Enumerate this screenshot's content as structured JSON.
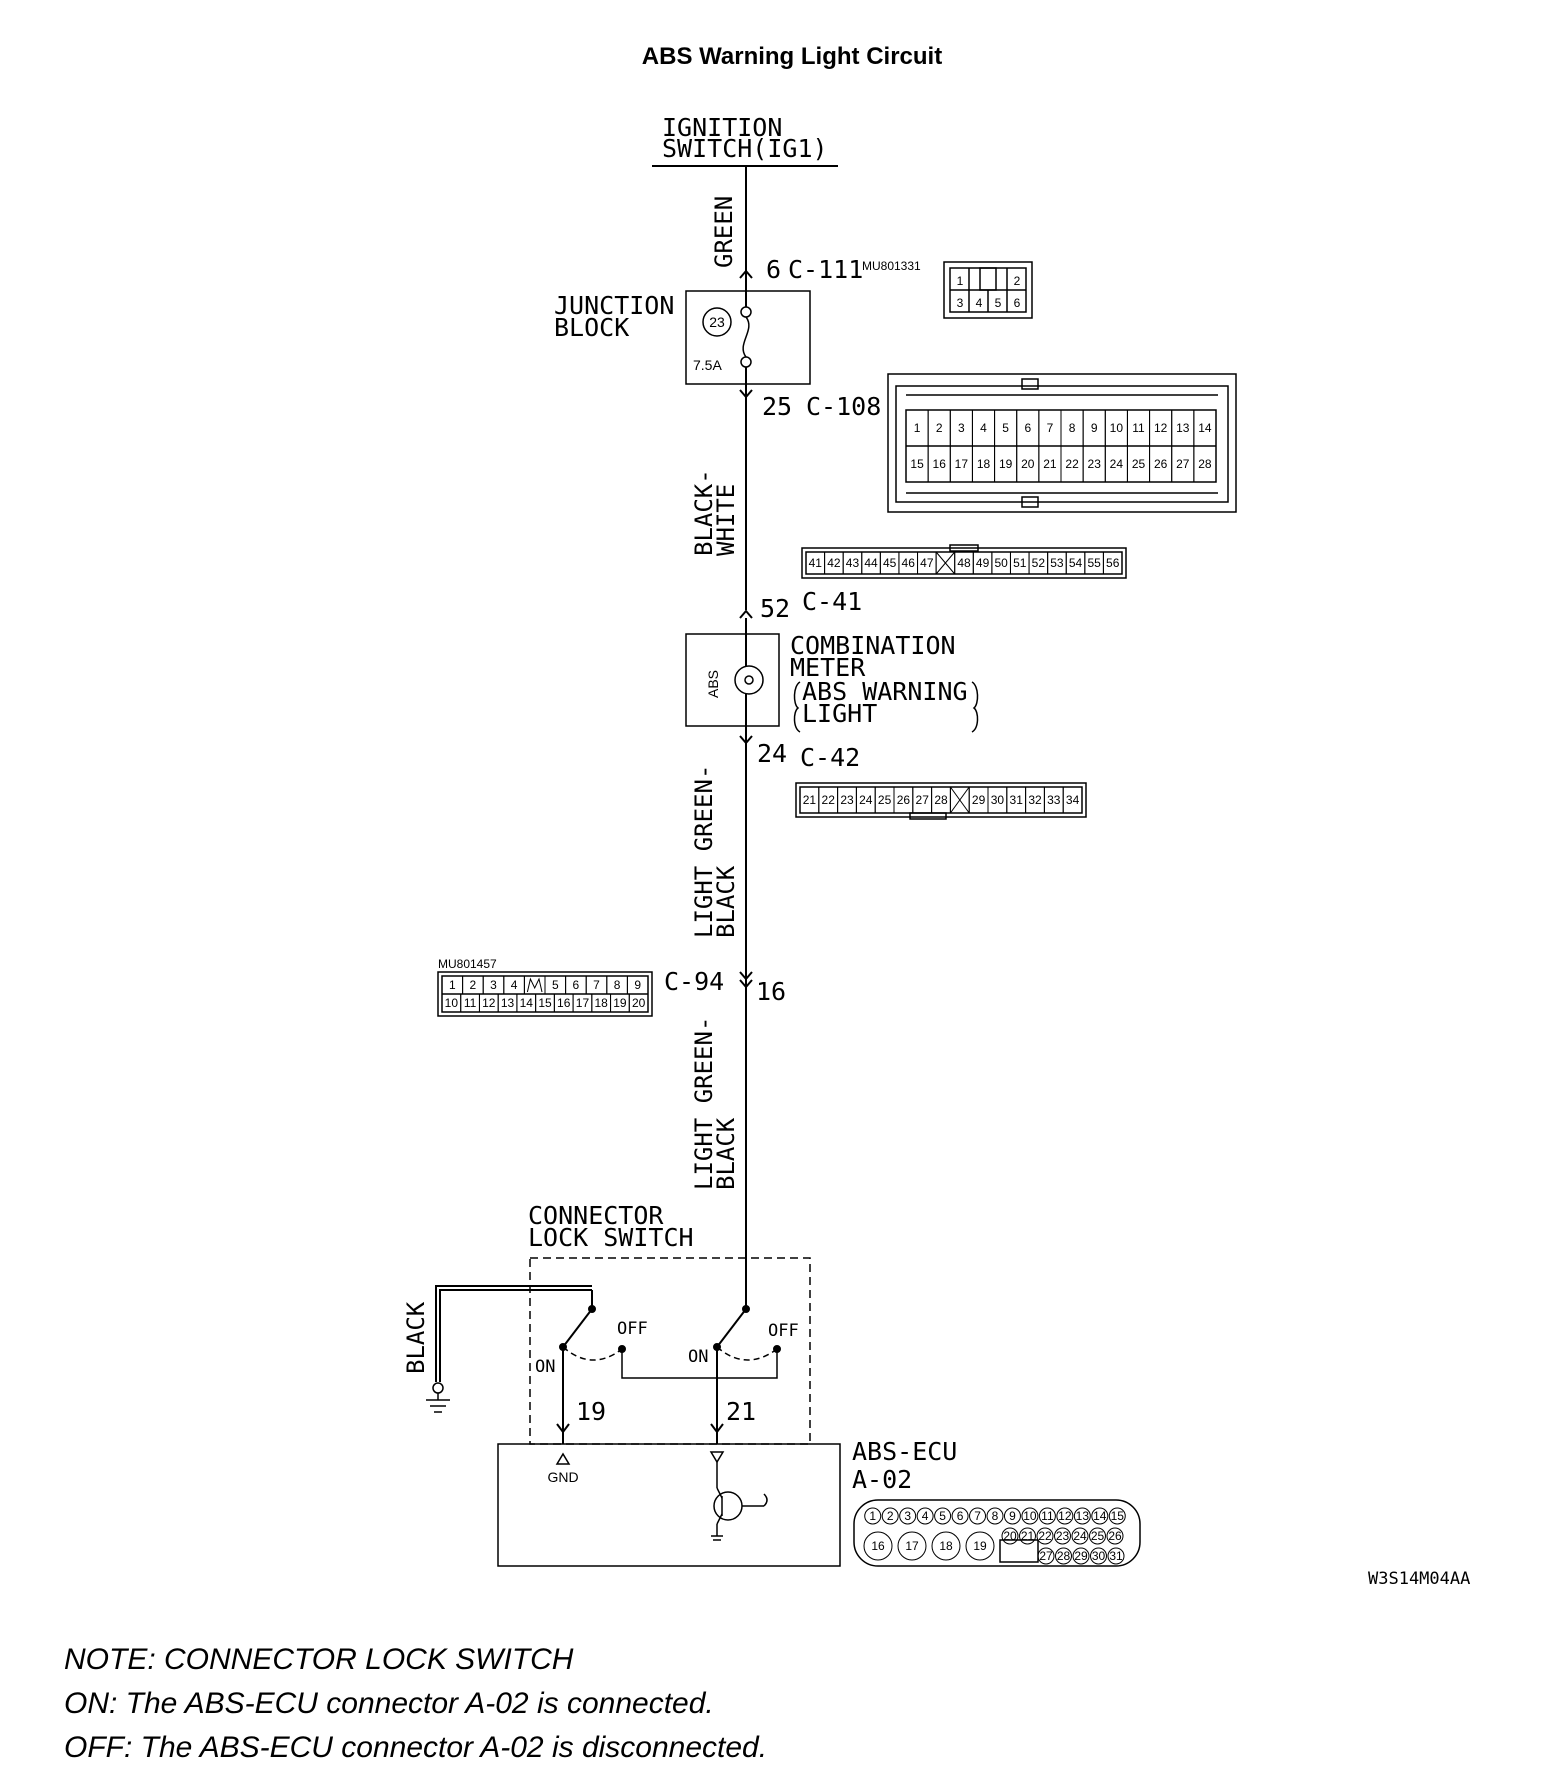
{
  "title": "ABS Warning Light Circuit",
  "ignition": {
    "line1": "IGNITION",
    "line2": "SWITCH(IG1)"
  },
  "wires": {
    "w1": "GREEN",
    "w2a": "BLACK-",
    "w2b": "WHITE",
    "w3a": "LIGHT GREEN-",
    "w3b": "BLACK",
    "w4a": "LIGHT GREEN-",
    "w4b": "BLACK",
    "ground": "BLACK"
  },
  "connectors": {
    "c111": {
      "pin": "6",
      "name": "C-111",
      "part": "MU801331",
      "pins_top": [
        "1",
        "2"
      ],
      "pins_bottom": [
        "3",
        "4",
        "5",
        "6"
      ]
    },
    "c108": {
      "pin": "25",
      "name": "C-108",
      "pins_top": [
        "1",
        "2",
        "3",
        "4",
        "5",
        "6",
        "7",
        "8",
        "9",
        "10",
        "11",
        "12",
        "13",
        "14"
      ],
      "pins_bottom": [
        "15",
        "16",
        "17",
        "18",
        "19",
        "20",
        "21",
        "22",
        "23",
        "24",
        "25",
        "26",
        "27",
        "28"
      ]
    },
    "c41": {
      "pin": "52",
      "name": "C-41",
      "pins": [
        "41",
        "42",
        "43",
        "44",
        "45",
        "46",
        "47",
        "",
        "48",
        "49",
        "50",
        "51",
        "52",
        "53",
        "54",
        "55",
        "56"
      ]
    },
    "c42": {
      "pin": "24",
      "name": "C-42",
      "pins": [
        "21",
        "22",
        "23",
        "24",
        "25",
        "26",
        "27",
        "28",
        "",
        "29",
        "30",
        "31",
        "32",
        "33",
        "34"
      ]
    },
    "c94": {
      "pin": "16",
      "name": "C-94",
      "part": "MU801457",
      "pins_top": [
        "1",
        "2",
        "3",
        "4",
        "",
        "5",
        "6",
        "7",
        "8",
        "9"
      ],
      "pins_bottom": [
        "10",
        "11",
        "12",
        "13",
        "14",
        "15",
        "16",
        "17",
        "18",
        "19",
        "20"
      ]
    },
    "a02": {
      "name": "A-02",
      "pins_top": [
        "1",
        "2",
        "3",
        "4",
        "5",
        "6",
        "7",
        "8",
        "9",
        "10",
        "11",
        "12",
        "13",
        "14",
        "15"
      ],
      "pins_big": [
        "16",
        "17",
        "18",
        "19"
      ],
      "pins_mid": [
        "20",
        "21",
        "22",
        "23",
        "24",
        "25",
        "26"
      ],
      "pins_bottom": [
        "27",
        "28",
        "29",
        "30",
        "31"
      ]
    }
  },
  "junction_block": {
    "line1": "JUNCTION",
    "line2": "BLOCK",
    "fuse_no": "23",
    "fuse_rating": "7.5A"
  },
  "meter": {
    "line1": "COMBINATION",
    "line2": "METER",
    "line3": "ABS WARNING",
    "line4": "LIGHT",
    "abs_tag": "ABS"
  },
  "lock_switch": {
    "line1": "CONNECTOR",
    "line2": "LOCK SWITCH",
    "on": "ON",
    "off": "OFF",
    "pin_gnd": "19",
    "pin_sig": "21"
  },
  "ecu": {
    "name": "ABS-ECU",
    "gnd": "GND"
  },
  "figure_code": "W3S14M04AA",
  "notes": [
    "NOTE: CONNECTOR LOCK SWITCH",
    "ON: The ABS-ECU connector A-02 is connected.",
    "OFF: The ABS-ECU connector A-02 is disconnected."
  ]
}
